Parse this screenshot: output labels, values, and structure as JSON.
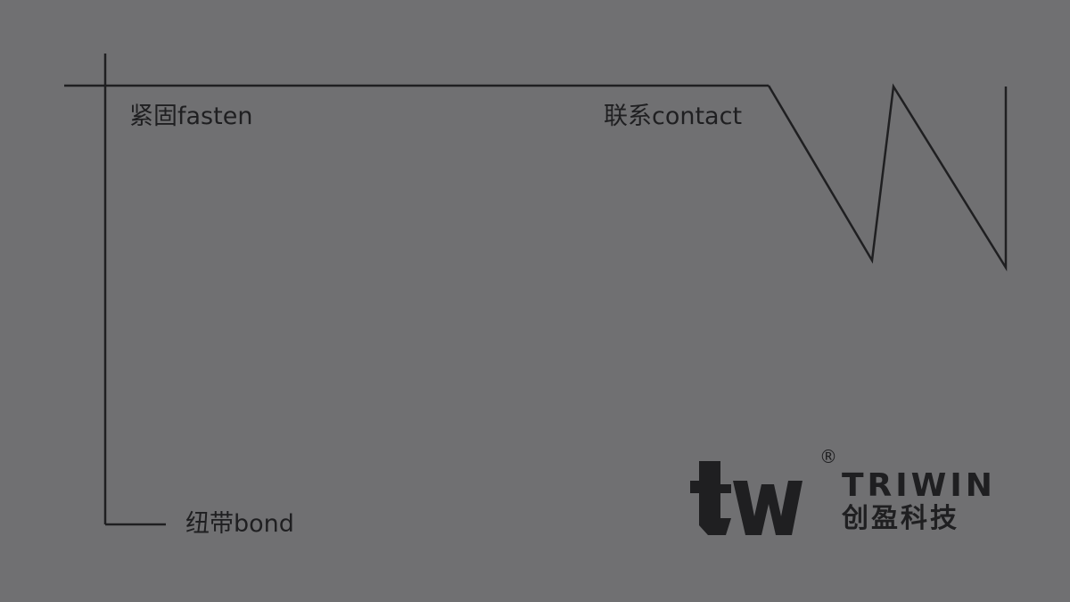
{
  "labels": {
    "fasten": "紧固fasten",
    "contact": "联系contact",
    "bond": "纽带bond"
  },
  "brand": {
    "name_en": "TRIWIN",
    "name_cn": "创盈科技",
    "registered_mark": "®"
  },
  "colors": {
    "background": "#707072",
    "ink": "#1f1f21"
  }
}
